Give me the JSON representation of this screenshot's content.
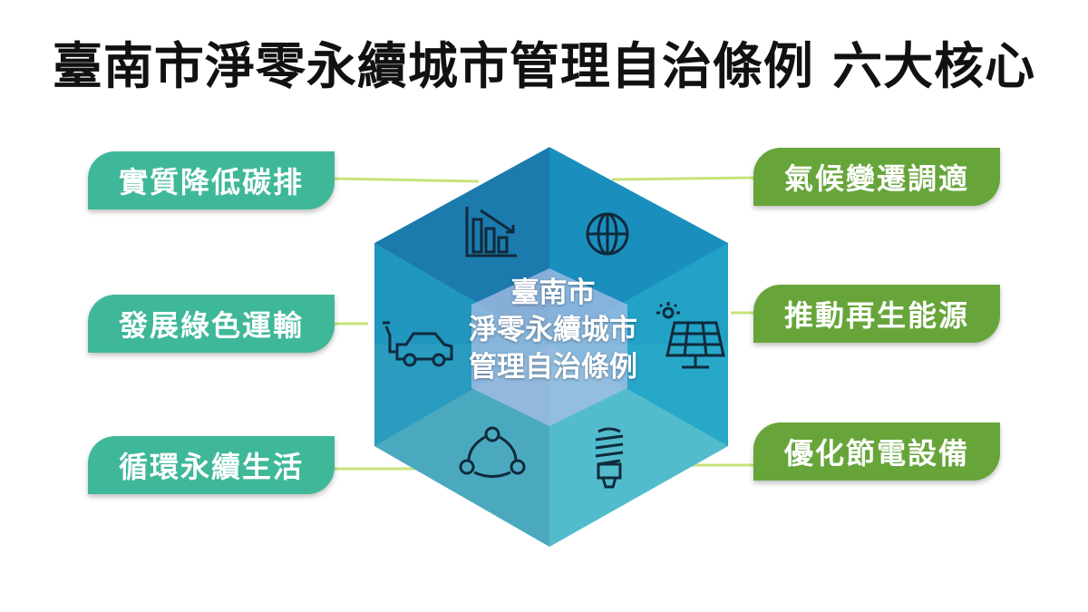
{
  "title": "臺南市淨零永續城市管理自治條例 六大核心",
  "center": {
    "line1": "臺南市",
    "line2": "淨零永續城市",
    "line3": "管理自治條例"
  },
  "cores": {
    "left": [
      "實質降低碳排",
      "發展綠色運輸",
      "循環永續生活"
    ],
    "right": [
      "氣候變遷調適",
      "推動再生能源",
      "優化節電設備"
    ]
  },
  "colors": {
    "left_pill": "#3fb89a",
    "right_pill": "#67a53a",
    "connector": "#c8e27a"
  }
}
